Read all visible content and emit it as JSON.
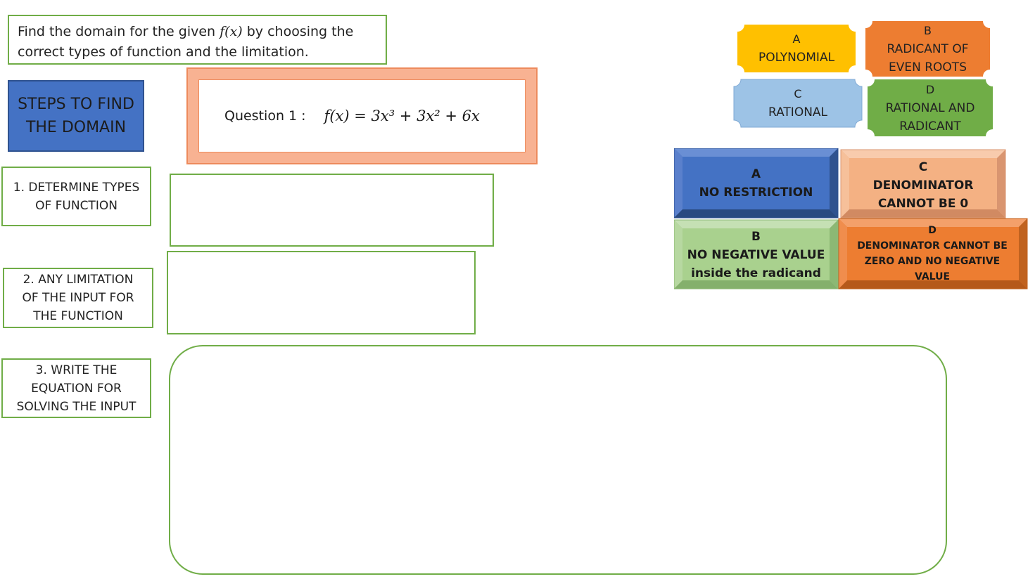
{
  "instruction": {
    "line1_pre": "Find the domain for the given ",
    "fx": "f(x)",
    "line1_post": " by choosing the",
    "line2": "correct types of function and the limitation."
  },
  "steps_title": {
    "line1": "STEPS TO FIND",
    "line2": "THE DOMAIN"
  },
  "question": {
    "label": "Question 1 :",
    "formula": "f(x) = 3x³ + 3x² + 6x"
  },
  "steps": [
    {
      "line1": "1.  DETERMINE TYPES",
      "line2": "OF FUNCTION",
      "line3": ""
    },
    {
      "line1": "2.  ANY LIMITATION",
      "line2": "OF THE INPUT FOR",
      "line3": "THE FUNCTION"
    },
    {
      "line1": "3.  WRITE THE",
      "line2": "EQUATION FOR",
      "line3": "SOLVING THE INPUT"
    }
  ],
  "function_types": [
    {
      "letter": "A",
      "line1": "POLYNOMIAL",
      "line2": "",
      "color": "#ffc000"
    },
    {
      "letter": "B",
      "line1": "RADICANT OF",
      "line2": "EVEN ROOTS",
      "color": "#ed7d31"
    },
    {
      "letter": "C",
      "line1": "RATIONAL",
      "line2": "",
      "color": "#9dc3e6"
    },
    {
      "letter": "D",
      "line1": "RATIONAL AND",
      "line2": "RADICANT",
      "color": "#70ad47"
    }
  ],
  "limitations": [
    {
      "letter": "A",
      "line1": "NO RESTRICTION",
      "line2": "",
      "line3": "",
      "color": "#4472c4"
    },
    {
      "letter": "C",
      "line1": "DENOMINATOR",
      "line2": "CANNOT BE 0",
      "line3": "",
      "color": "#f4b183"
    },
    {
      "letter": "B",
      "line1": "NO NEGATIVE VALUE",
      "line2": "inside the radicand",
      "line3": "",
      "color": "#a9d18e"
    },
    {
      "letter": "D",
      "line1": "DENOMINATOR CANNOT BE",
      "line2": "ZERO AND NO NEGATIVE",
      "line3": "VALUE",
      "color": "#ed7d31"
    }
  ]
}
